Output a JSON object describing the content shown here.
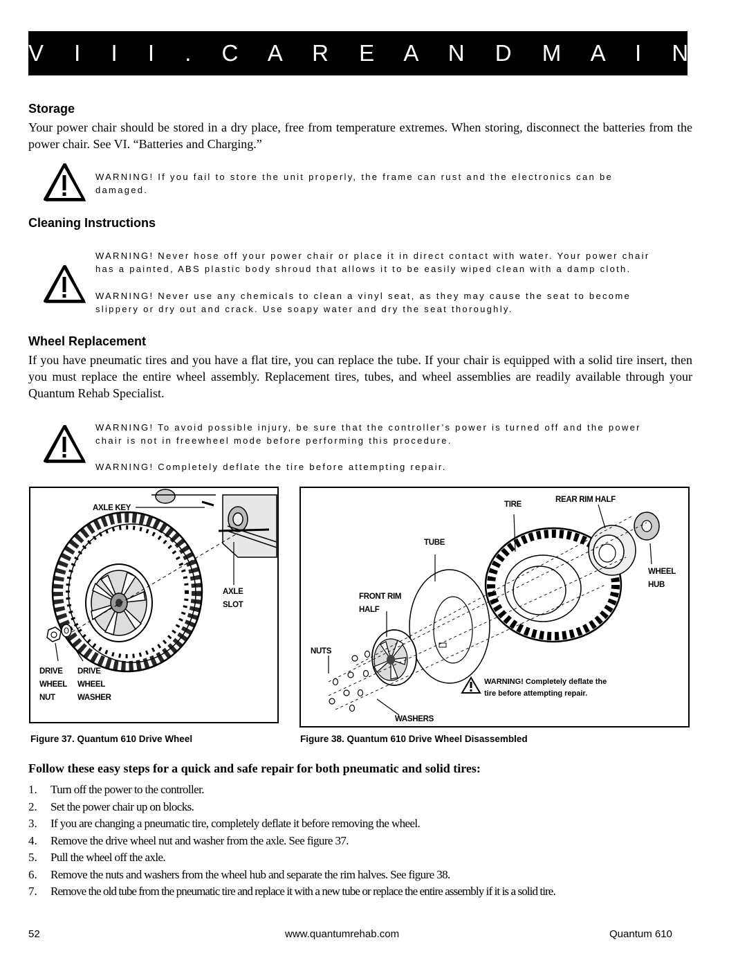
{
  "header": {
    "section_title": "V I I I .   C A R E   A N D   M A I N T E N A N C E"
  },
  "storage": {
    "heading": "Storage",
    "body": "Your power chair should be stored in a dry place, free from temperature extremes. When storing, disconnect the batteries from the power chair. See VI. “Batteries and Charging.”",
    "warning": "WARNING! If you fail to store the unit properly, the frame can rust and the electronics can be damaged."
  },
  "cleaning": {
    "heading": "Cleaning Instructions",
    "warning_1": "WARNING! Never hose off your power chair or place it in direct contact with water. Your power chair has a painted, ABS plastic body shroud that allows it to be easily wiped clean with a damp cloth.",
    "warning_2": "WARNING! Never use any chemicals to clean a vinyl seat, as they may cause the seat to become slippery or dry out and crack. Use soapy water and dry the seat thoroughly."
  },
  "wheel_replacement": {
    "heading": "Wheel Replacement",
    "body": "If you have pneumatic tires and you have a flat tire, you can replace the tube. If your chair is equipped with a solid tire insert, then you must replace the entire wheel assembly. Replacement tires, tubes, and wheel assemblies are readily available through your Quantum Rehab Specialist.",
    "warning_1": "WARNING! To avoid possible injury, be sure that the controller’s power is turned off and the power chair is not in freewheel mode before performing this procedure.",
    "warning_2": "WARNING! Completely deflate the tire before attempting repair."
  },
  "figure_37": {
    "caption": "Figure 37. Quantum 610 Drive Wheel",
    "labels": {
      "axle_key": "AXLE KEY",
      "axle_slot_1": "AXLE",
      "axle_slot_2": "SLOT",
      "nut_1": "DRIVE",
      "nut_2": "WHEEL",
      "nut_3": "NUT",
      "washer_1": "DRIVE",
      "washer_2": "WHEEL",
      "washer_3": "WASHER"
    }
  },
  "figure_38": {
    "caption": "Figure 38. Quantum 610 Drive Wheel Disassembled",
    "labels": {
      "tire": "TIRE",
      "rear_rim_half": "REAR RIM HALF",
      "tube": "TUBE",
      "wheel_hub_1": "WHEEL",
      "wheel_hub_2": "HUB",
      "front_rim_half_1": "FRONT RIM",
      "front_rim_half_2": "HALF",
      "nuts": "NUTS",
      "washers": "WASHERS",
      "warning_1": "WARNING! Completely deflate the",
      "warning_2": "tire before attempting repair."
    }
  },
  "procedure": {
    "intro": "Follow these easy steps for a quick and safe repair for both pneumatic and solid tires:",
    "steps": [
      {
        "num": "1.",
        "text": "Turn off the power to the controller."
      },
      {
        "num": "2.",
        "text": "Set the power chair up on blocks."
      },
      {
        "num": "3.",
        "text": "If you are changing a pneumatic tire, completely deflate it before removing the wheel."
      },
      {
        "num": "4.",
        "text": "Remove the drive wheel nut and washer from the axle. See figure 37."
      },
      {
        "num": "5.",
        "text": "Pull the wheel off the axle."
      },
      {
        "num": "6.",
        "text": "Remove the nuts and washers from the wheel hub and separate the rim halves. See figure 38."
      },
      {
        "num": "7.",
        "text": "Remove the old tube from the pneumatic tire and replace it with a new tube or replace the entire assembly if it is a solid tire."
      }
    ]
  },
  "footer": {
    "page_number": "52",
    "website": "www.quantumrehab.com",
    "product": "Quantum 610"
  }
}
